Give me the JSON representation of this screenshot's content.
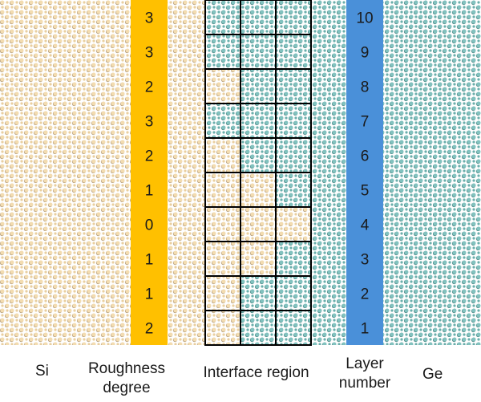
{
  "diagram": {
    "left_material": "Si",
    "right_material": "Ge",
    "roughness_label": [
      "Roughness",
      "degree"
    ],
    "interface_label": "Interface region",
    "layer_label": [
      "Layer",
      "number"
    ],
    "roughness_degrees": [
      "3",
      "3",
      "2",
      "3",
      "2",
      "1",
      "0",
      "1",
      "1",
      "2"
    ],
    "layer_numbers": [
      "10",
      "9",
      "8",
      "7",
      "6",
      "5",
      "4",
      "3",
      "2",
      "1"
    ],
    "interface_cells": [
      [
        "Ge",
        "Ge",
        "Ge"
      ],
      [
        "Ge",
        "Ge",
        "Ge"
      ],
      [
        "Si",
        "Ge",
        "Ge"
      ],
      [
        "Ge",
        "Ge",
        "Ge"
      ],
      [
        "Si",
        "Ge",
        "Ge"
      ],
      [
        "Si",
        "Si",
        "Ge"
      ],
      [
        "Si",
        "Si",
        "Si"
      ],
      [
        "Si",
        "Si",
        "Ge"
      ],
      [
        "Si",
        "Ge",
        "Ge"
      ],
      [
        "Si",
        "Ge",
        "Ge"
      ]
    ],
    "colors": {
      "si_atom": "#F3DCB0",
      "si_shadow": "#B59E7D",
      "ge_atom": "#82C2BF",
      "ge_shadow": "#4E8A87",
      "roughness_band": "#FFC000",
      "layer_band": "#4A90D9",
      "grid_line": "#000000"
    }
  }
}
